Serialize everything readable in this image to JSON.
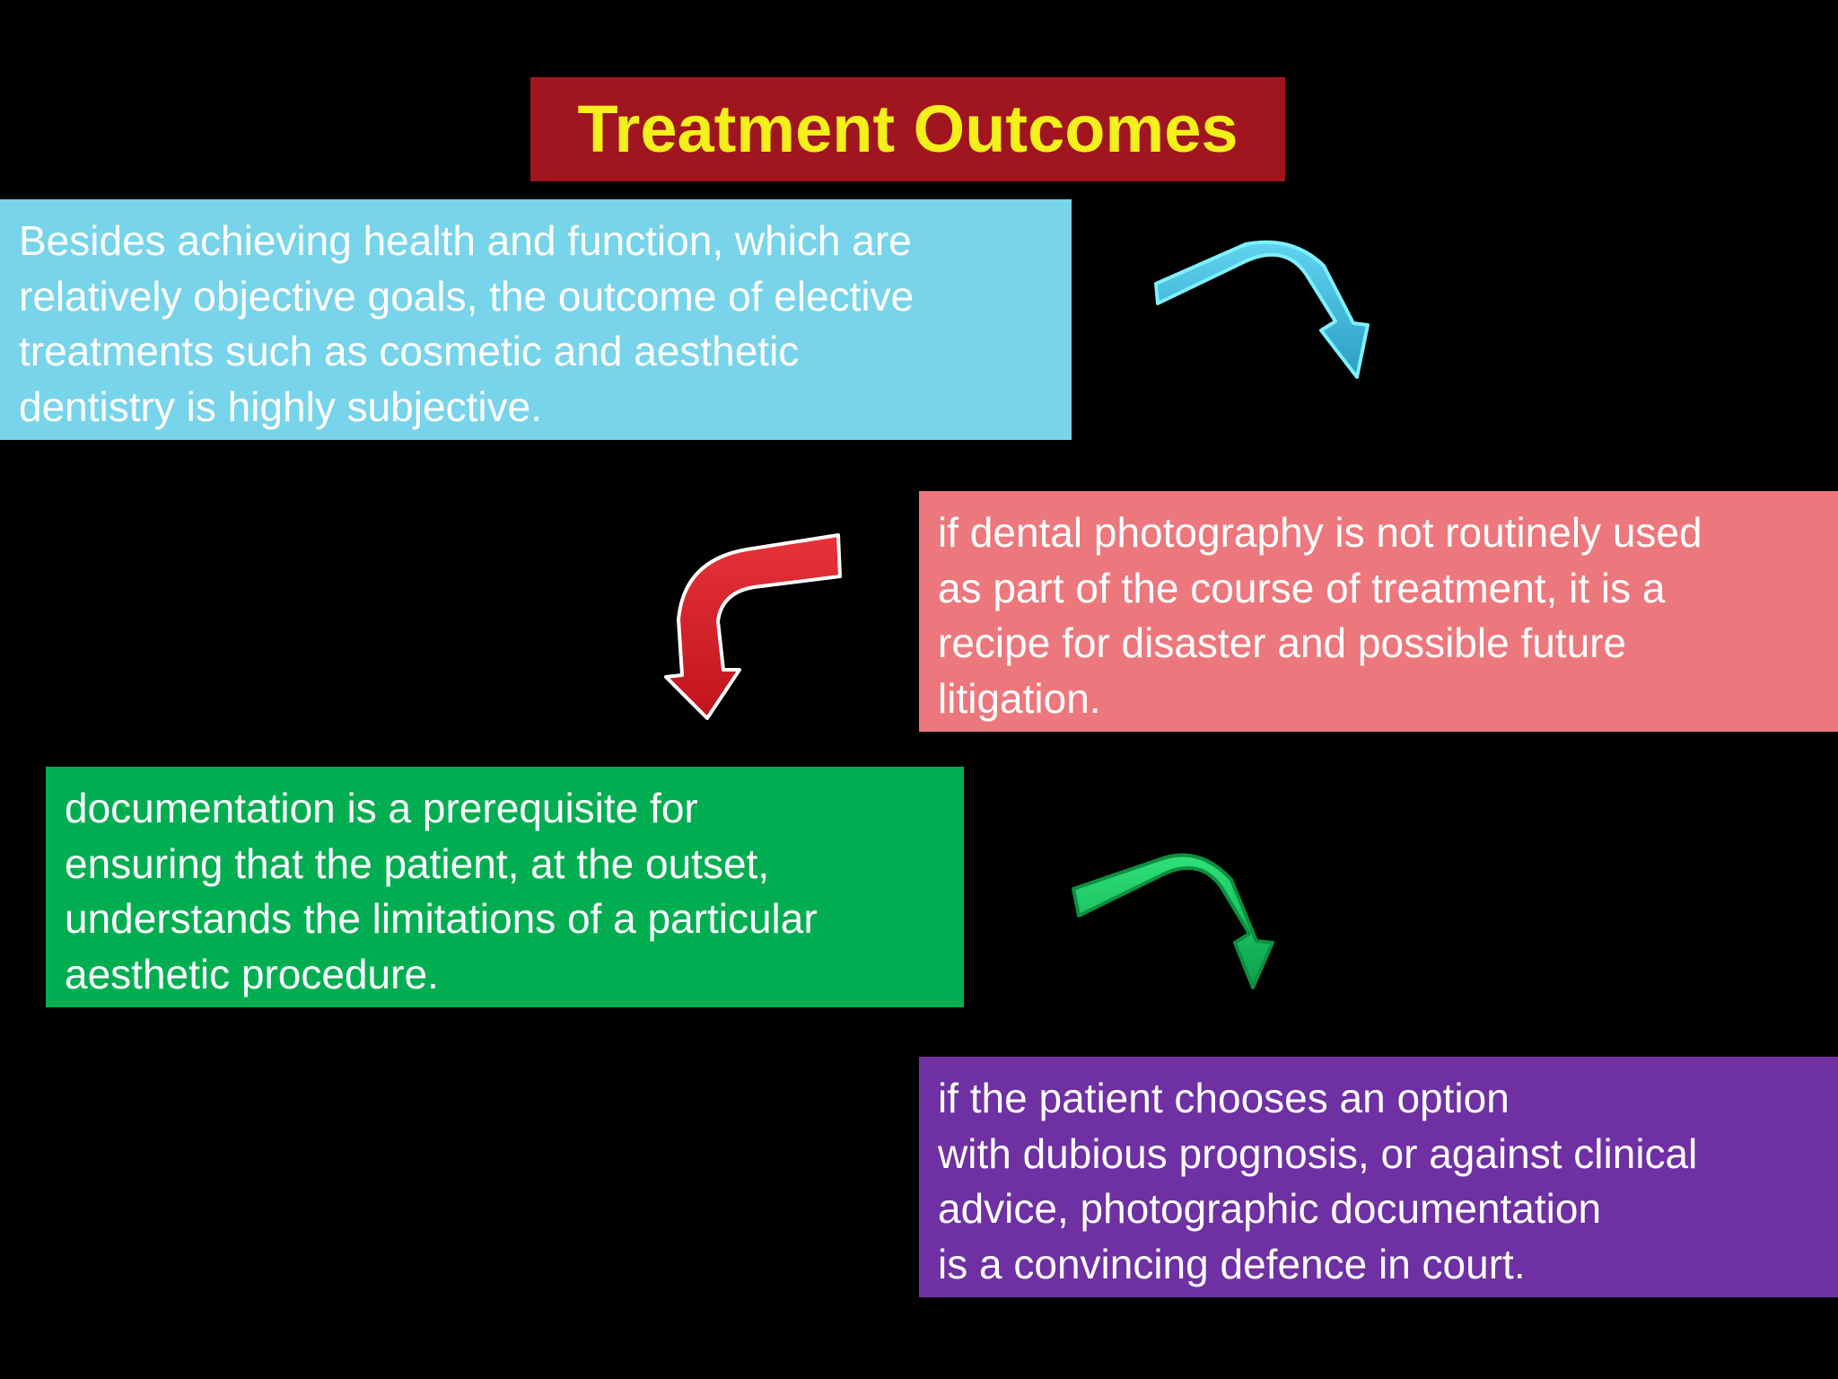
{
  "title": "Treatment Outcomes",
  "steps": [
    {
      "text": "Besides achieving health and function, which are\nrelatively objective goals, the outcome of elective\ntreatments such as cosmetic and aesthetic\ndentistry is highly subjective.",
      "color": "#77d4ea"
    },
    {
      "text": "if dental photography is not routinely used\nas part of the course of treatment, it is a\nrecipe for disaster and possible future\nlitigation.",
      "color": "#ec787e"
    },
    {
      "text": "documentation is a prerequisite for\nensuring that the patient, at the outset,\nunderstands the limitations of a particular\naesthetic procedure.",
      "color": "#00ae51"
    },
    {
      "text": "if the patient chooses an option\nwith dubious prognosis, or against clinical\nadvice, photographic documentation\nis a convincing defence in court.",
      "color": "#6e30a2"
    }
  ],
  "colors": {
    "background": "#000000",
    "title_box": "#a0151f",
    "title_text": "#f5ef1a",
    "arrow_blue": "#3ab6d8",
    "arrow_red": "#d8202a",
    "arrow_green": "#16c964"
  },
  "arrows": [
    {
      "name": "curved-arrow-blue",
      "direction": "right-then-down"
    },
    {
      "name": "curved-arrow-red",
      "direction": "left-then-down"
    },
    {
      "name": "curved-arrow-green",
      "direction": "right-then-down"
    }
  ]
}
